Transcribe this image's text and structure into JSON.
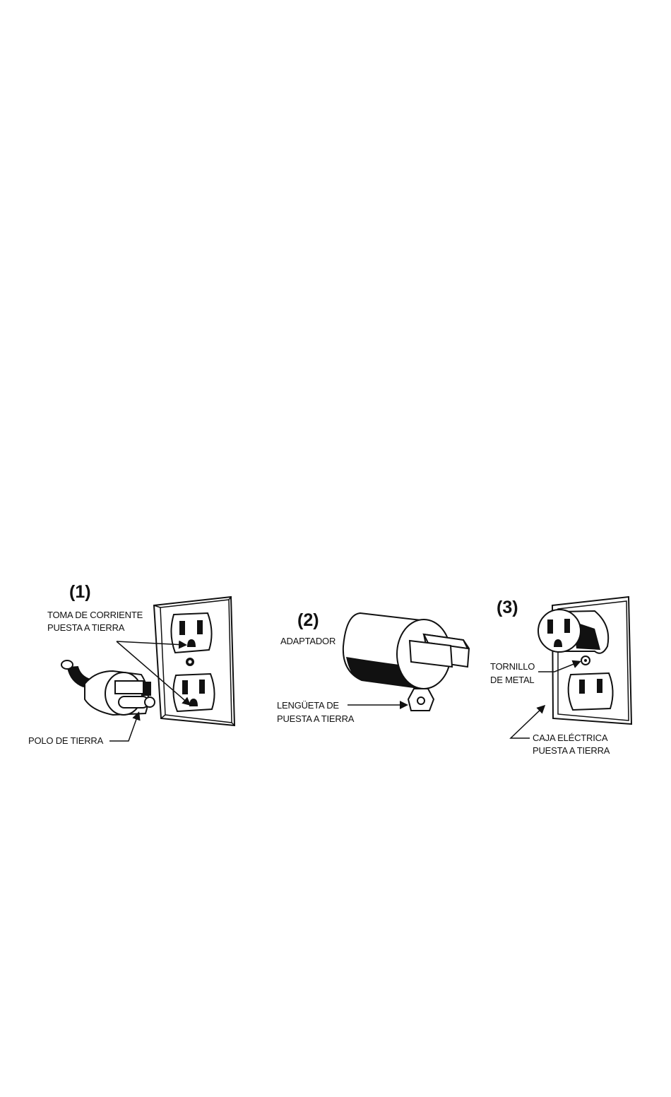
{
  "figure1": {
    "number": "(1)",
    "outlet_label_line1": "TOMA DE CORRIENTE",
    "outlet_label_line2": "PUESTA A TIERRA",
    "pin_label": "POLO DE TIERRA"
  },
  "figure2": {
    "number": "(2)",
    "adapter_label": "ADAPTADOR",
    "tab_label_line1": "LENGÜETA DE",
    "tab_label_line2": "PUESTA A TIERRA"
  },
  "figure3": {
    "number": "(3)",
    "screw_label_line1": "TORNILLO",
    "screw_label_line2": "DE METAL",
    "box_label_line1": "CAJA ELÉCTRICA",
    "box_label_line2": "PUESTA A TIERRA"
  }
}
